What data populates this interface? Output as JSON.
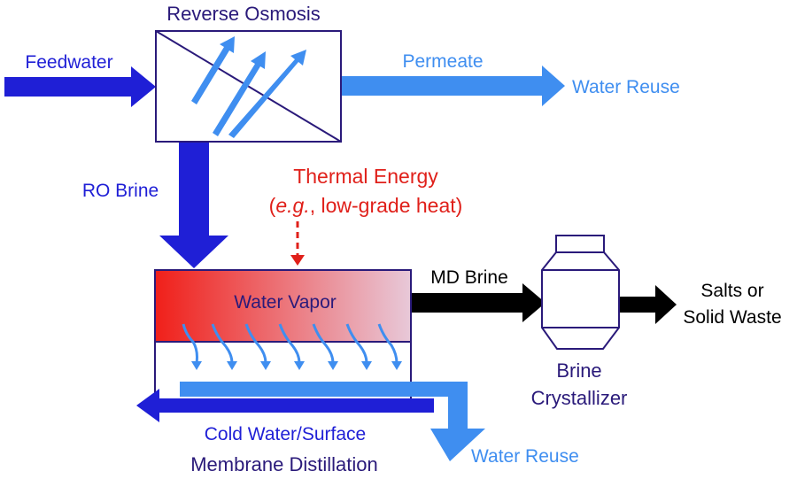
{
  "labels": {
    "reverse_osmosis": "Reverse Osmosis",
    "feedwater": "Feedwater",
    "permeate": "Permeate",
    "water_reuse_top": "Water Reuse",
    "ro_brine": "RO Brine",
    "thermal_energy": "Thermal Energy",
    "thermal_eg": "e.g.",
    "thermal_rest": ", low-grade heat)",
    "water_vapor": "Water Vapor",
    "md_brine": "MD Brine",
    "salts_line1": "Salts or",
    "salts_line2": "Solid Waste",
    "brine_line1": "Brine",
    "brine_line2": "Crystallizer",
    "cold_water": "Cold Water/Surface",
    "water_reuse_bottom": "Water Reuse",
    "membrane_distillation": "Membrane Distillation"
  },
  "colors": {
    "dark_blue": "#1f1fd6",
    "light_blue": "#3f8ef0",
    "navy_text": "#2a1a7a",
    "red": "#e0201a",
    "black": "#000000"
  }
}
